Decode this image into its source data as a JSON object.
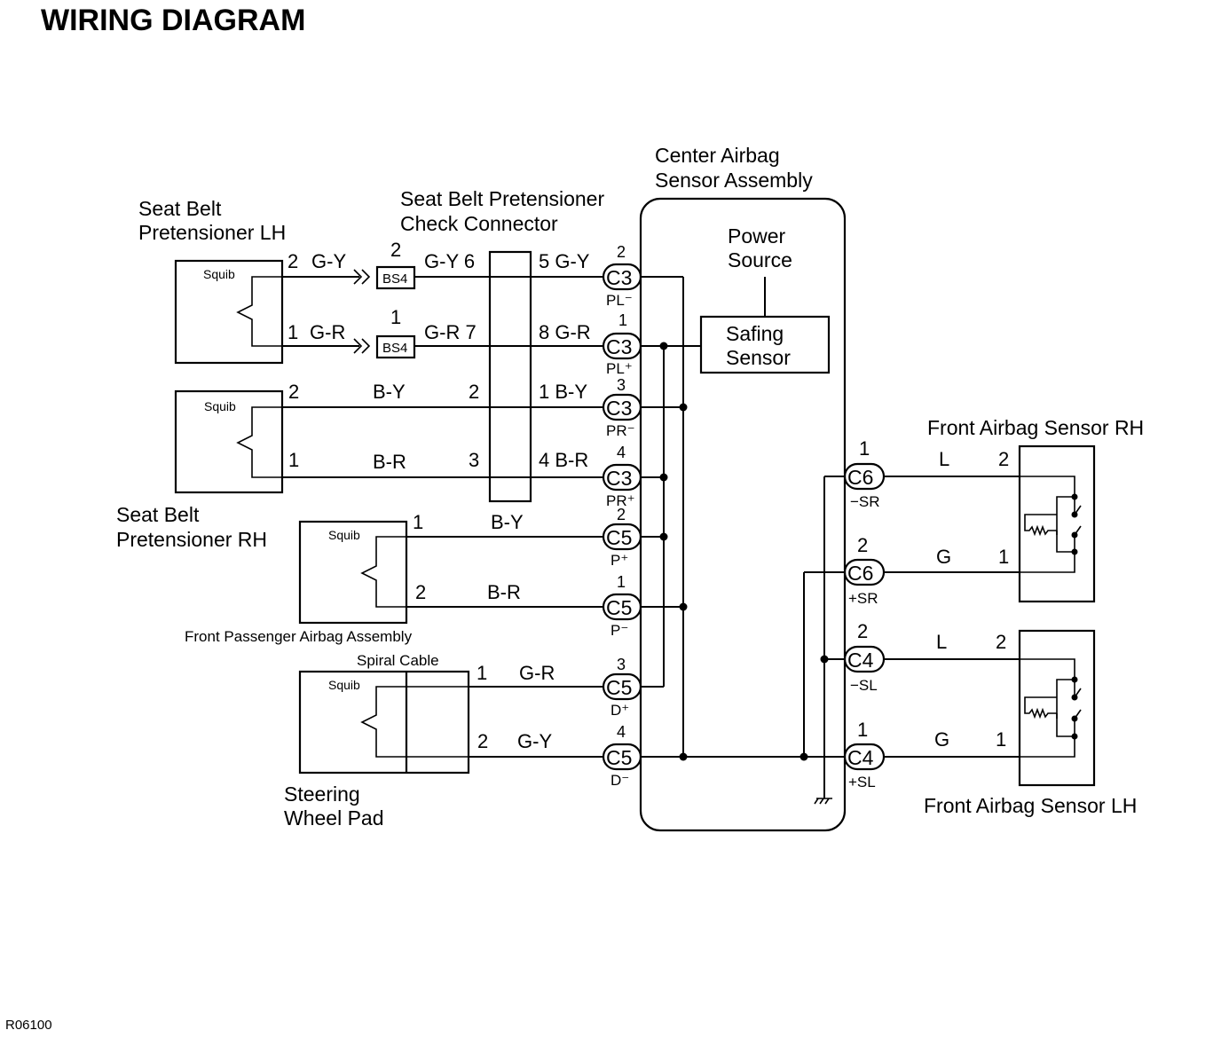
{
  "title": "WIRING DIAGRAM",
  "code": "R06100",
  "center": {
    "title": [
      "Center Airbag",
      "Sensor Assembly"
    ],
    "power_source": [
      "Power",
      "Source"
    ],
    "safing_sensor": [
      "Safing",
      "Sensor"
    ]
  },
  "components": {
    "sb_lh": [
      "Seat Belt",
      "Pretensioner LH"
    ],
    "check_conn": [
      "Seat Belt Pretensioner",
      "Check Connector"
    ],
    "sb_rh": [
      "Seat Belt",
      "Pretensioner RH"
    ],
    "fp_airbag": "Front Passenger Airbag Assembly",
    "spiral_cable": "Spiral Cable",
    "steering": [
      "Steering",
      "Wheel Pad"
    ],
    "front_rh": "Front Airbag Sensor RH",
    "front_lh": "Front Airbag Sensor LH",
    "squib": "Squib",
    "bs4": "BS4"
  },
  "wires": {
    "w1": {
      "lh_pin": "2",
      "lh_color": "G-Y",
      "bs4_pin": "2",
      "mid": "G-Y 6",
      "right": "5 G-Y"
    },
    "w2": {
      "lh_pin": "1",
      "lh_color": "G-R",
      "bs4_pin": "1",
      "mid": "G-R 7",
      "right": "8 G-R"
    },
    "w3": {
      "lh_pin": "2",
      "color": "B-Y",
      "mid": "2",
      "right": "1 B-Y"
    },
    "w4": {
      "lh_pin": "1",
      "color": "B-R",
      "mid": "3",
      "right": "4 B-R"
    },
    "w5": {
      "pin": "1",
      "color": "B-Y"
    },
    "w6": {
      "pin": "2",
      "color": "B-R"
    },
    "w7": {
      "pin": "1",
      "color": "G-R"
    },
    "w8": {
      "pin": "2",
      "color": "G-Y"
    }
  },
  "left_connectors": [
    {
      "name": "C3",
      "pin": "2",
      "signal": "PL⁻"
    },
    {
      "name": "C3",
      "pin": "1",
      "signal": "PL⁺"
    },
    {
      "name": "C3",
      "pin": "3",
      "signal": "PR⁻"
    },
    {
      "name": "C3",
      "pin": "4",
      "signal": "PR⁺"
    },
    {
      "name": "C5",
      "pin": "2",
      "signal": "P⁺"
    },
    {
      "name": "C5",
      "pin": "1",
      "signal": "P⁻"
    },
    {
      "name": "C5",
      "pin": "3",
      "signal": "D⁺"
    },
    {
      "name": "C5",
      "pin": "4",
      "signal": "D⁻"
    }
  ],
  "right_connectors": [
    {
      "name": "C6",
      "pin": "1",
      "signal": "−SR",
      "color": "L",
      "sensor_pin": "2"
    },
    {
      "name": "C6",
      "pin": "2",
      "signal": "+SR",
      "color": "G",
      "sensor_pin": "1"
    },
    {
      "name": "C4",
      "pin": "2",
      "signal": "−SL",
      "color": "L",
      "sensor_pin": "2"
    },
    {
      "name": "C4",
      "pin": "1",
      "signal": "+SL",
      "color": "G",
      "sensor_pin": "1"
    }
  ]
}
